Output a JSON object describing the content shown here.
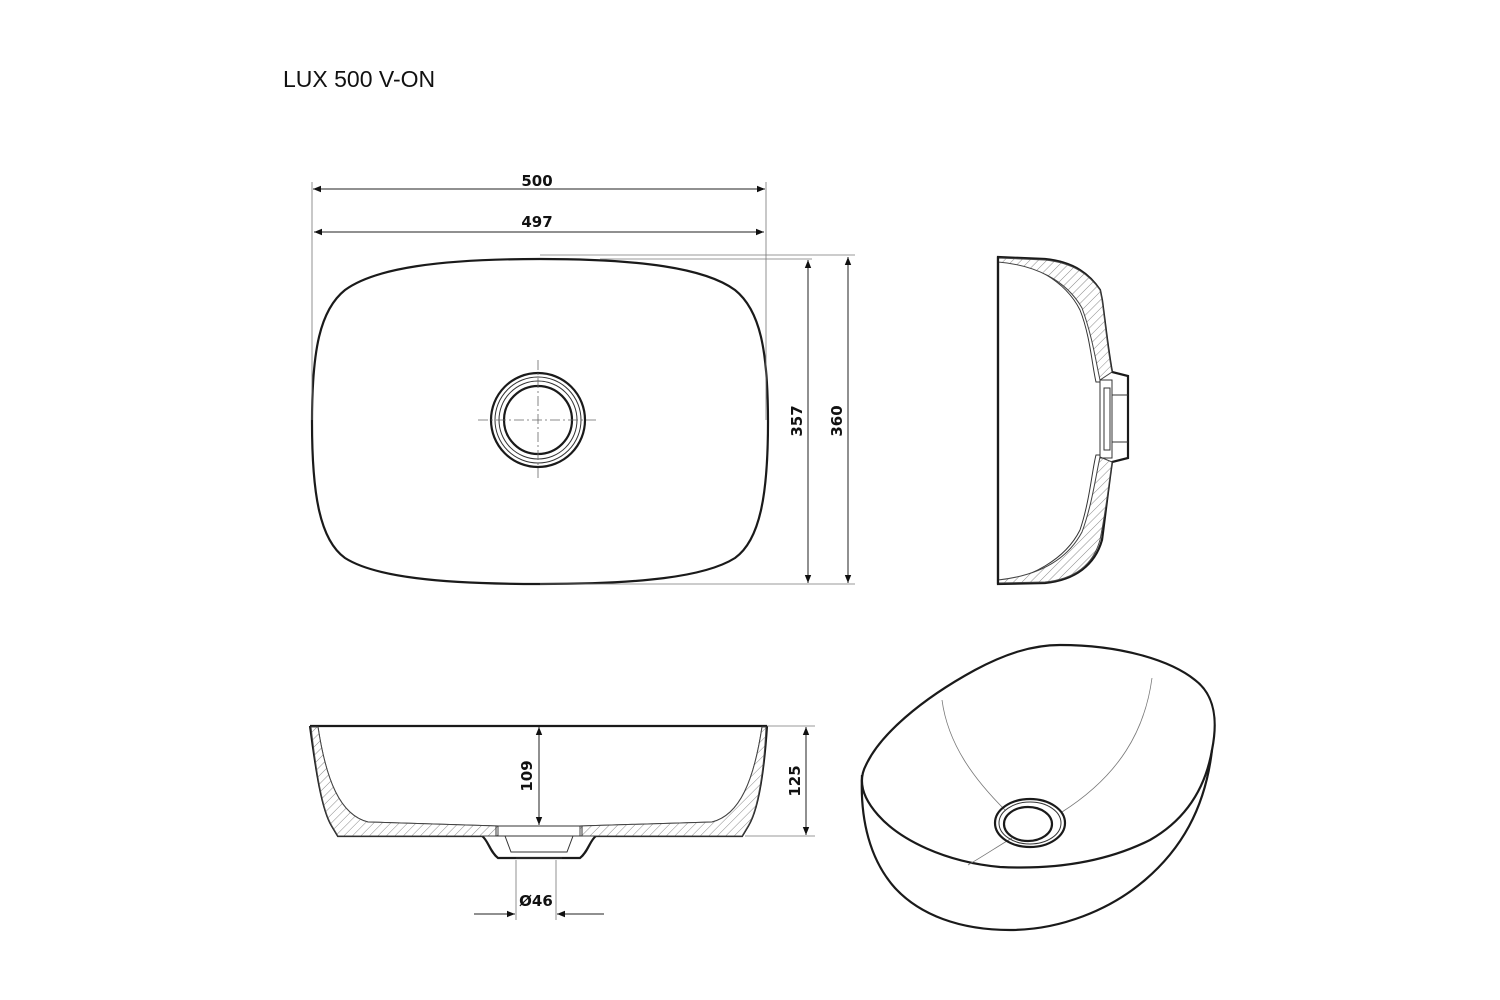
{
  "title": "LUX 500 V-ON",
  "dimensions": {
    "overall_width": "500",
    "inner_width": "497",
    "inner_depth": "357",
    "overall_depth": "360",
    "inner_height": "109",
    "overall_height": "125",
    "drain_diameter": "Ø46"
  },
  "colors": {
    "line": "#1a1a1a",
    "background": "#ffffff"
  }
}
